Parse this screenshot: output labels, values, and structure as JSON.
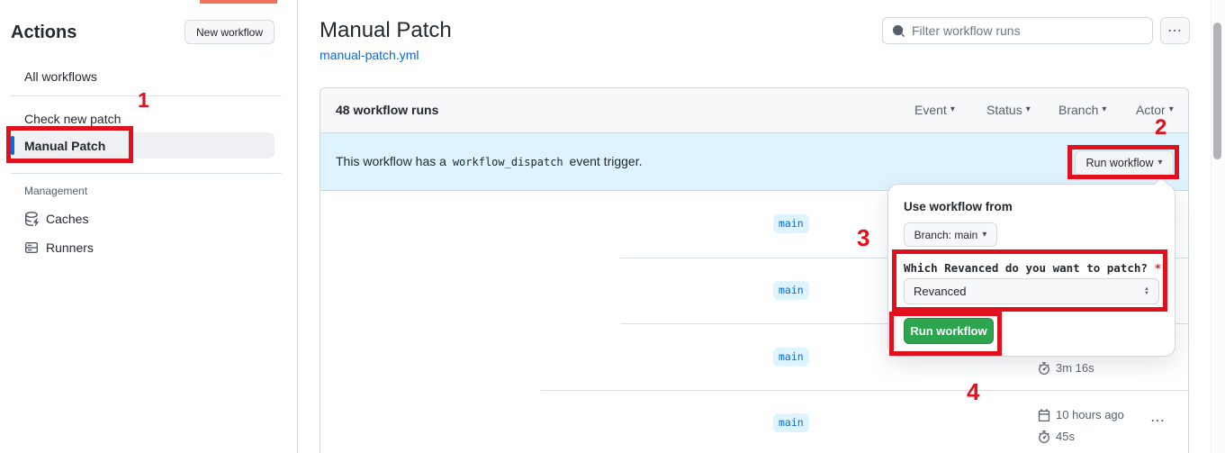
{
  "annotations": {
    "steps": [
      "1",
      "2",
      "3",
      "4"
    ],
    "color": "#e0101d",
    "top_bar_color": "#f4715b"
  },
  "sidebar": {
    "title": "Actions",
    "new_workflow_button": "New workflow",
    "items": [
      {
        "label": "All workflows"
      },
      {
        "label": "Check new patch"
      },
      {
        "label": "Manual Patch"
      }
    ],
    "management": {
      "header": "Management",
      "items": [
        {
          "label": "Caches"
        },
        {
          "label": "Runners"
        }
      ]
    }
  },
  "main": {
    "title": "Manual Patch",
    "workflow_file": "manual-patch.yml",
    "filter_placeholder": "Filter workflow runs",
    "runs_count": "48 workflow runs",
    "filters": [
      "Event",
      "Status",
      "Branch",
      "Actor"
    ],
    "banner": {
      "text_before": "This workflow has a",
      "code": "workflow_dispatch",
      "text_after": "event trigger.",
      "run_workflow_button": "Run workflow"
    },
    "rows": [
      {
        "branch": "main"
      },
      {
        "branch": "main"
      },
      {
        "branch": "main",
        "duration": "3m 16s"
      },
      {
        "branch": "main",
        "date": "10 hours ago",
        "duration": "45s"
      }
    ]
  },
  "dropdown": {
    "use_workflow_from": "Use workflow from",
    "branch_button": "Branch: main",
    "input_label": "Which Revanced do you want to patch?",
    "required_marker": "*",
    "select_value": "Revanced",
    "run_button": "Run workflow"
  },
  "icons": {
    "caret_down": "▾",
    "kebab": "⋯",
    "arrow_up": "▲",
    "arrow_down": "▼"
  },
  "colors": {
    "annotation_red": "#e0101d",
    "button_green": "#2da44e",
    "link_blue": "#0969da",
    "banner_blue": "#ddf4ff",
    "badge_blue": "#ddf4ff"
  }
}
